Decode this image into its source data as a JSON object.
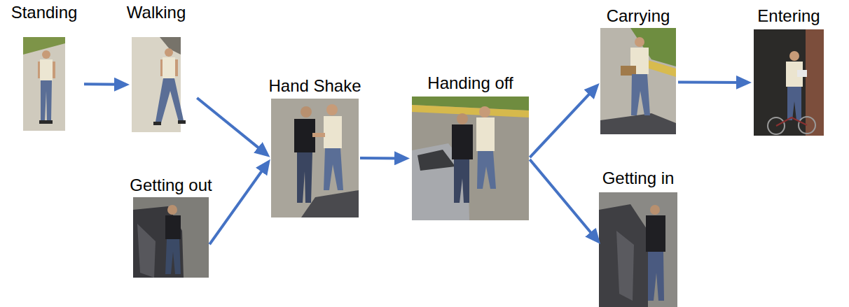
{
  "diagram": {
    "nodes": [
      {
        "text": [
          "Standing"
        ]
      },
      {
        "text": [
          "Walking"
        ]
      },
      {
        "text": [
          "Getting out"
        ]
      },
      {
        "text": [
          "Hand Shake"
        ]
      },
      {
        "text": [
          "Handing off"
        ]
      },
      {
        "text": [
          "Carrying"
        ]
      },
      {
        "text": [
          "Entering"
        ]
      },
      {
        "text": [
          "Getting in"
        ]
      }
    ],
    "edges": [
      {
        "from": 0,
        "to": 1,
        "arrow": "to"
      },
      {
        "from": 1,
        "to": 3,
        "arrow": "to"
      },
      {
        "from": 2,
        "to": 3,
        "arrow": "to"
      },
      {
        "from": 3,
        "to": 4,
        "arrow": "to"
      },
      {
        "from": 4,
        "to": 5,
        "arrow": "to"
      },
      {
        "from": 4,
        "to": 7,
        "arrow": "to"
      },
      {
        "from": 5,
        "to": 6,
        "arrow": "to"
      }
    ]
  }
}
